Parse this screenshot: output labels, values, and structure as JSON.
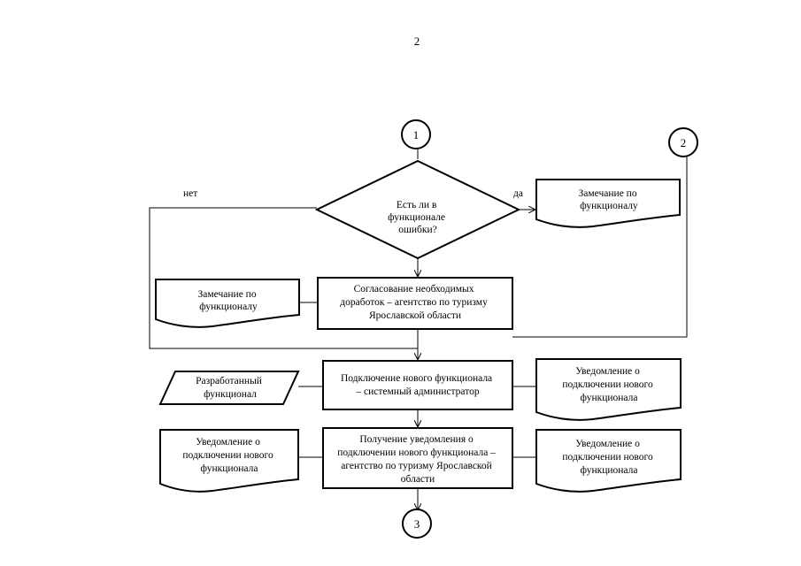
{
  "page_number": "2",
  "connectors": {
    "c1": "1",
    "c2": "2",
    "c3": "3"
  },
  "decision": {
    "lines": [
      "Есть ли в",
      "функционале",
      "ошибки?"
    ]
  },
  "labels": {
    "no": "нет",
    "yes": "да"
  },
  "doc_remark_right": {
    "lines": [
      "Замечание по",
      "функционалу"
    ]
  },
  "doc_remark_left": {
    "lines": [
      "Замечание по",
      "функционалу"
    ]
  },
  "process_agree": {
    "lines": [
      "Согласование необходимых",
      "доработок – агентство по туризму",
      "Ярославской области"
    ]
  },
  "data_developed": {
    "lines": [
      "Разработанный",
      "функционал"
    ]
  },
  "process_connect": {
    "lines": [
      "Подключение нового функционала",
      "– системный администратор"
    ]
  },
  "doc_notify_r1": {
    "lines": [
      "Уведомление о",
      "подключении нового",
      "функционала"
    ]
  },
  "doc_notify_l": {
    "lines": [
      "Уведомление о",
      "подключении нового",
      "функционала"
    ]
  },
  "process_receive": {
    "lines": [
      "Получение уведомления о",
      "подключении нового функционала –",
      "агентство по туризму Ярославской",
      "области"
    ]
  },
  "doc_notify_r2": {
    "lines": [
      "Уведомление о",
      "подключении нового",
      "функционала"
    ]
  }
}
